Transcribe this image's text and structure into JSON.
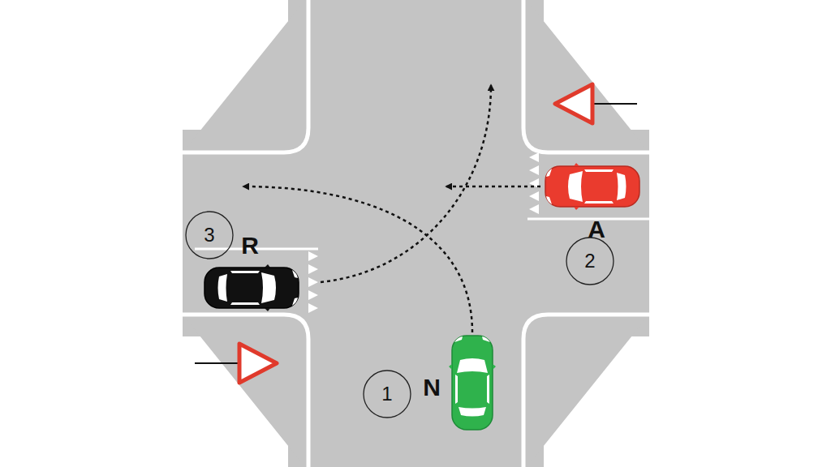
{
  "diagram": {
    "nodes": [
      {
        "text": [
          "3"
        ]
      },
      {
        "text": [
          "2"
        ]
      },
      {
        "text": [
          "1"
        ]
      }
    ],
    "labels": [
      "A",
      "R",
      "N"
    ]
  }
}
